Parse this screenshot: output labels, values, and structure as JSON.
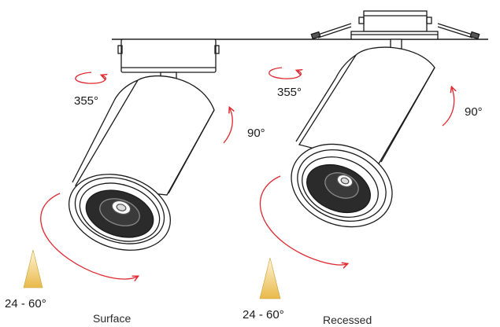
{
  "fixtures": [
    {
      "caption": "Surface",
      "rotation_horizontal": "355°",
      "tilt_vertical": "90°",
      "beam_angle": "24 - 60°"
    },
    {
      "caption": "Recessed",
      "rotation_horizontal": "355°",
      "tilt_vertical": "90°",
      "beam_angle": "24 - 60°"
    }
  ],
  "colors": {
    "line": "#1a1a1a",
    "arrow": "#e0262e",
    "beam": "#f2d27a",
    "lens": "#2b2b2b"
  }
}
